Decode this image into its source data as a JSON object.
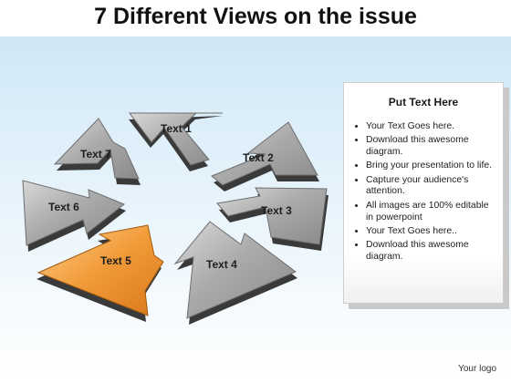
{
  "title": "7 Different Views on the issue",
  "colors": {
    "arrow_gray": "#a5a5a5",
    "arrow_highlight": "#f0a040",
    "background": "#d6ecf8"
  },
  "arrows": [
    {
      "label": "Text 1",
      "highlighted": false
    },
    {
      "label": "Text 2",
      "highlighted": false
    },
    {
      "label": "Text 3",
      "highlighted": false
    },
    {
      "label": "Text 4",
      "highlighted": false
    },
    {
      "label": "Text 5",
      "highlighted": true
    },
    {
      "label": "Text 6",
      "highlighted": false
    },
    {
      "label": "Text 7",
      "highlighted": false
    }
  ],
  "panel": {
    "header": "Put Text Here",
    "bullets": [
      "Your Text Goes here.",
      "Download this awesome diagram.",
      "Bring your presentation to life.",
      "Capture your audience's attention.",
      "All images are 100% editable in powerpoint",
      "Your Text Goes here..",
      "Download this awesome diagram."
    ]
  },
  "footer": {
    "logo": "Your logo"
  }
}
